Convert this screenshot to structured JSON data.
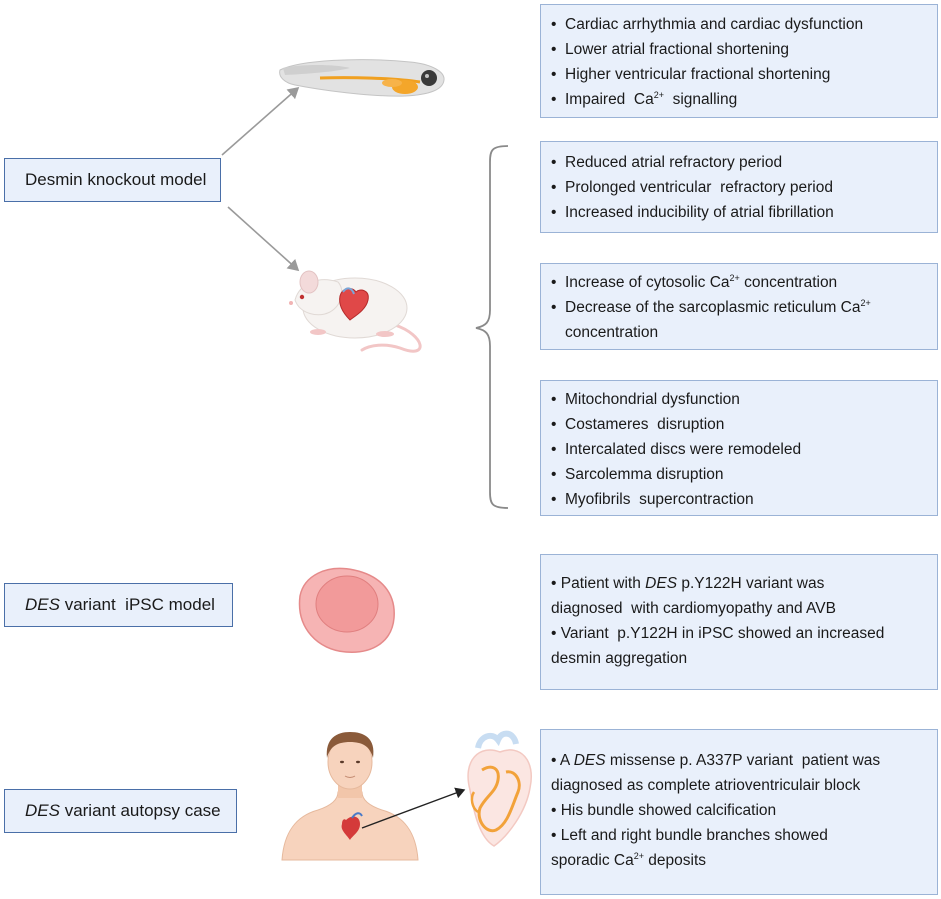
{
  "models": {
    "knockout_label": "Desmin knockout model",
    "ipsc_label_gene": "DES",
    "ipsc_label_rest": " variant  iPSC model",
    "autopsy_label_gene": "DES",
    "autopsy_label_rest": " variant autopsy case"
  },
  "boxes": {
    "zebrafish": {
      "items": [
        "Cardiac arrhythmia and cardiac dysfunction",
        "Lower atrial fractional shortening",
        "Higher ventricular fractional shortening"
      ],
      "ca_item_pre": "Impaired  Ca",
      "ca_item_sup": "2+",
      "ca_item_post": "  signalling"
    },
    "mouse_refractory": {
      "items": [
        "Reduced atrial refractory period",
        "Prolonged ventricular  refractory period",
        "Increased inducibility of atrial fibrillation"
      ]
    },
    "mouse_calcium": {
      "item1_pre": "Increase of cytosolic Ca",
      "item1_sup": "2+",
      "item1_post": " concentration",
      "item2_pre": "Decrease of the sarcoplasmic reticulum Ca",
      "item2_sup": "2+",
      "item2_cont": "concentration"
    },
    "mouse_structure": {
      "items": [
        "Mitochondrial dysfunction",
        "Costameres  disruption",
        "Intercalated discs were remodeled",
        "Sarcolemma disruption",
        "Myofibrils  supercontraction"
      ]
    },
    "ipsc": {
      "l1_pre": "Patient with ",
      "l1_gene": "DES",
      "l1_post": " p.Y122H variant was",
      "l2": "diagnosed  with cardiomyopathy and AVB",
      "l3": "Variant  p.Y122H in iPSC showed an increased",
      "l4": "desmin aggregation"
    },
    "autopsy": {
      "l1_pre": "A ",
      "l1_gene": "DES",
      "l1_post": " missense p. A337P variant  patient was",
      "l2": "diagnosed as complete atrioventriculair block",
      "l3": "His bundle showed calcification",
      "l4": "Left and right bundle branches showed",
      "l5_pre": "sporadic Ca",
      "l5_sup": "2+",
      "l5_post": " deposits"
    }
  },
  "icons": [
    "zebrafish-larva-icon",
    "mouse-icon",
    "cardiomyocyte-cell-icon",
    "human-torso-icon",
    "heart-conduction-icon"
  ],
  "colors": {
    "box_fill": "#e9f0fb",
    "box_border": "#9bb3d6",
    "label_border": "#4a6fa8",
    "arrow": "#9a9a9a"
  }
}
